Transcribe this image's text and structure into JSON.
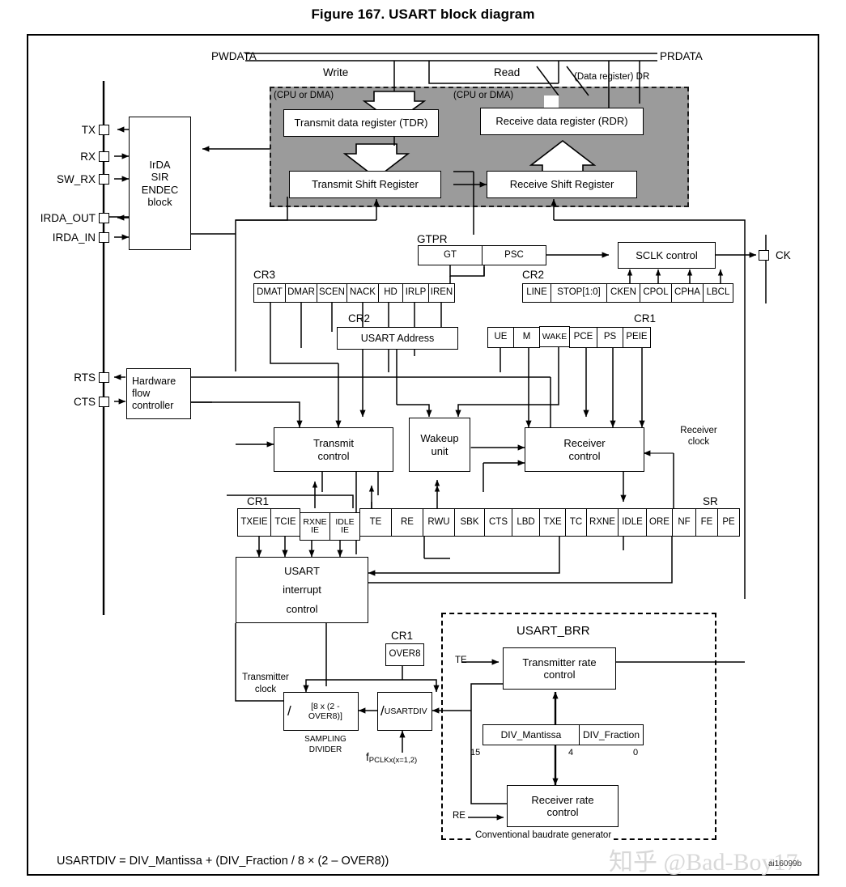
{
  "figure": {
    "title": "Figure 167. USART block diagram",
    "doc_code": "ai16099b",
    "watermark": "知乎 @Bad-Boy17",
    "formula": "USARTDIV = DIV_Mantissa + (DIV_Fraction / 8 × (2 – OVER8))"
  },
  "bus": {
    "pwdata": "PWDATA",
    "prdata": "PRDATA",
    "write": "Write",
    "read": "Read",
    "cpu_or_dma_left": "(CPU or DMA)",
    "cpu_or_dma_right": "(CPU or DMA)",
    "data_register_dr": "(Data register) DR"
  },
  "pins": {
    "tx": "TX",
    "rx": "RX",
    "sw_rx": "SW_RX",
    "irda_out": "IRDA_OUT",
    "irda_in": "IRDA_IN",
    "rts": "RTS",
    "cts": "CTS",
    "ck": "CK"
  },
  "blocks": {
    "irda": "IrDA\nSIR\nENDEC\nblock",
    "irda_lines": [
      "IrDA",
      "SIR",
      "ENDEC",
      "block"
    ],
    "tdr": "Transmit data register (TDR)",
    "rdr": "Receive data register (RDR)",
    "tsr": "Transmit Shift Register",
    "rsr": "Receive Shift Register",
    "sclk_control": "SCLK control",
    "usart_address": "USART Address",
    "hardware_flow": [
      "Hardware",
      "flow",
      "controller"
    ],
    "transmit_control": [
      "Transmit",
      "control"
    ],
    "wakeup_unit": [
      "Wakeup",
      "unit"
    ],
    "receiver_control": [
      "Receiver",
      "control"
    ],
    "usart_interrupt": [
      "USART",
      "interrupt",
      "control"
    ],
    "transmitter_rate": [
      "Transmitter rate",
      "control"
    ],
    "receiver_rate": [
      "Receiver rate",
      "control"
    ],
    "sampling_divider_expr": "[8 x (2 - OVER8)]",
    "usartdiv_expr": "USARTDIV",
    "sampling_divider_caption": [
      "SAMPLING",
      "DIVIDER"
    ]
  },
  "labels": {
    "gtpr": "GTPR",
    "cr3": "CR3",
    "cr2_clock": "CR2",
    "cr2_address": "CR2",
    "cr1_top": "CR1",
    "cr1_mid": "CR1",
    "cr1_over8": "CR1",
    "sr": "SR",
    "usart_brr": "USART_BRR",
    "conventional_baudrate": "Conventional baudrate generator",
    "receiver_clock": [
      "Receiver",
      "clock"
    ],
    "transmitter_clock": [
      "Transmitter",
      "clock"
    ],
    "te_brr": "TE",
    "re_brr": "RE",
    "fpclk": "f",
    "fpclk_sub": "PCLKx(x=1,2)"
  },
  "registers": {
    "gtpr": [
      {
        "name": "GT",
        "w": 80
      },
      {
        "name": "PSC",
        "w": 80
      }
    ],
    "cr3": [
      {
        "name": "DMAT",
        "w": 40
      },
      {
        "name": "DMAR",
        "w": 40
      },
      {
        "name": "SCEN",
        "w": 38
      },
      {
        "name": "NACK",
        "w": 40
      },
      {
        "name": "HD",
        "w": 31
      },
      {
        "name": "IRLP",
        "w": 33
      },
      {
        "name": "IREN",
        "w": 33
      }
    ],
    "cr2_clock": [
      {
        "name": "LINE",
        "w": 36
      },
      {
        "name": "STOP[1:0]",
        "w": 70
      },
      {
        "name": "CKEN",
        "w": 42
      },
      {
        "name": "CPOL",
        "w": 40
      },
      {
        "name": "CPHA",
        "w": 40
      },
      {
        "name": "LBCL",
        "w": 38
      }
    ],
    "cr2_address": [
      {
        "name": "USART Address",
        "w": 150
      }
    ],
    "cr1_top": [
      {
        "name": "UE",
        "w": 33
      },
      {
        "name": "M",
        "w": 33
      },
      {
        "name": "WAKE",
        "w": 38
      },
      {
        "name": "PCE",
        "w": 35
      },
      {
        "name": "PS",
        "w": 33
      },
      {
        "name": "PEIE",
        "w": 35
      }
    ],
    "cr1_mid": [
      {
        "name": "TXEIE",
        "w": 42
      },
      {
        "name": "TCIE",
        "w": 37
      },
      {
        "name": "RXNE\nIE",
        "w": 38
      },
      {
        "name": "IDLE\nIE",
        "w": 38
      },
      {
        "name": "TE",
        "w": 40
      },
      {
        "name": "RE",
        "w": 40
      },
      {
        "name": "RWU",
        "w": 40
      },
      {
        "name": "SBK",
        "w": 38
      }
    ],
    "cr1_over8": [
      {
        "name": "OVER8",
        "w": 48
      }
    ],
    "sr": [
      {
        "name": "CTS",
        "w": 35
      },
      {
        "name": "LBD",
        "w": 35
      },
      {
        "name": "TXE",
        "w": 33
      },
      {
        "name": "TC",
        "w": 27
      },
      {
        "name": "RXNE",
        "w": 40
      },
      {
        "name": "IDLE",
        "w": 36
      },
      {
        "name": "ORE",
        "w": 33
      },
      {
        "name": "NF",
        "w": 30
      },
      {
        "name": "FE",
        "w": 28
      },
      {
        "name": "PE",
        "w": 28
      }
    ],
    "brr": [
      {
        "name": "DIV_Mantissa",
        "w": 120
      },
      {
        "name": "DIV_Fraction",
        "w": 80
      }
    ]
  },
  "brr_bits": {
    "msb": "15",
    "mid": "4",
    "lsb": "0"
  },
  "colors": {
    "shade": "#9b9b9b",
    "line": "#000000",
    "background": "#ffffff"
  }
}
